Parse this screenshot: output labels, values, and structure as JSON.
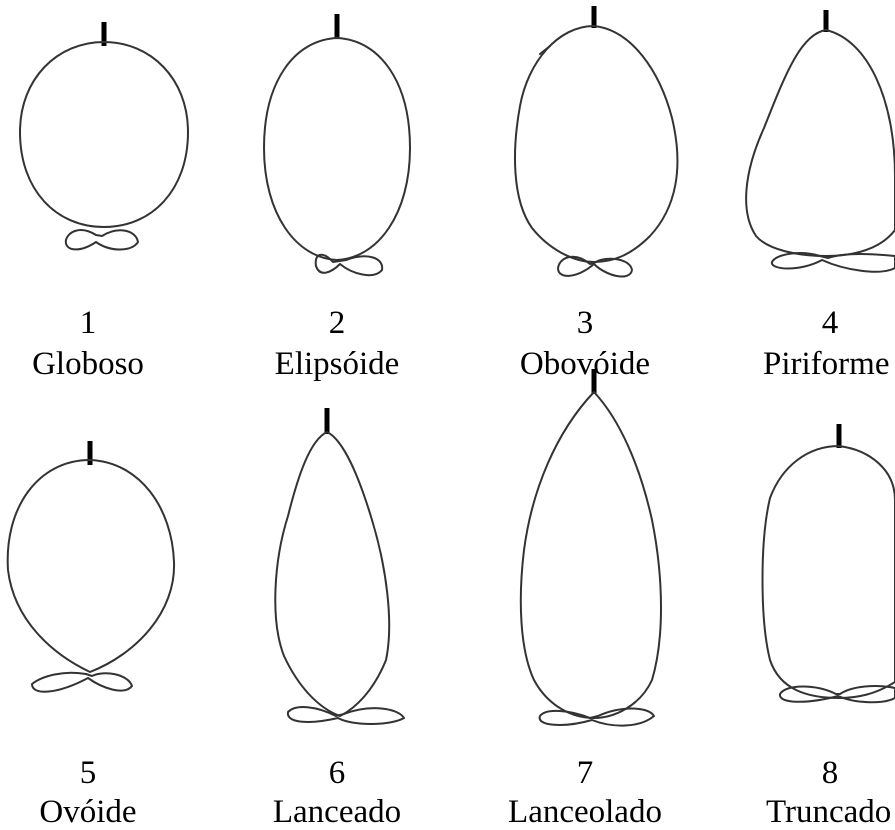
{
  "figure": {
    "items": [
      {
        "number": "1",
        "name": "Globoso",
        "shape": "globose"
      },
      {
        "number": "2",
        "name": "Elipsóide",
        "shape": "ellipsoid"
      },
      {
        "number": "3",
        "name": "Obovóide",
        "shape": "obovoid"
      },
      {
        "number": "4",
        "name": "Piriforme",
        "shape": "pyriform"
      },
      {
        "number": "5",
        "name": "Ovóide",
        "shape": "ovoid"
      },
      {
        "number": "6",
        "name": "Lanceado",
        "shape": "lanceate"
      },
      {
        "number": "7",
        "name": "Lanceolado",
        "shape": "lanceolate"
      },
      {
        "number": "8",
        "name": "Truncado",
        "shape": "truncate"
      }
    ],
    "colors": {
      "outline": "#333333",
      "stem": "#000000",
      "text": "#000000",
      "background": "#ffffff"
    }
  }
}
